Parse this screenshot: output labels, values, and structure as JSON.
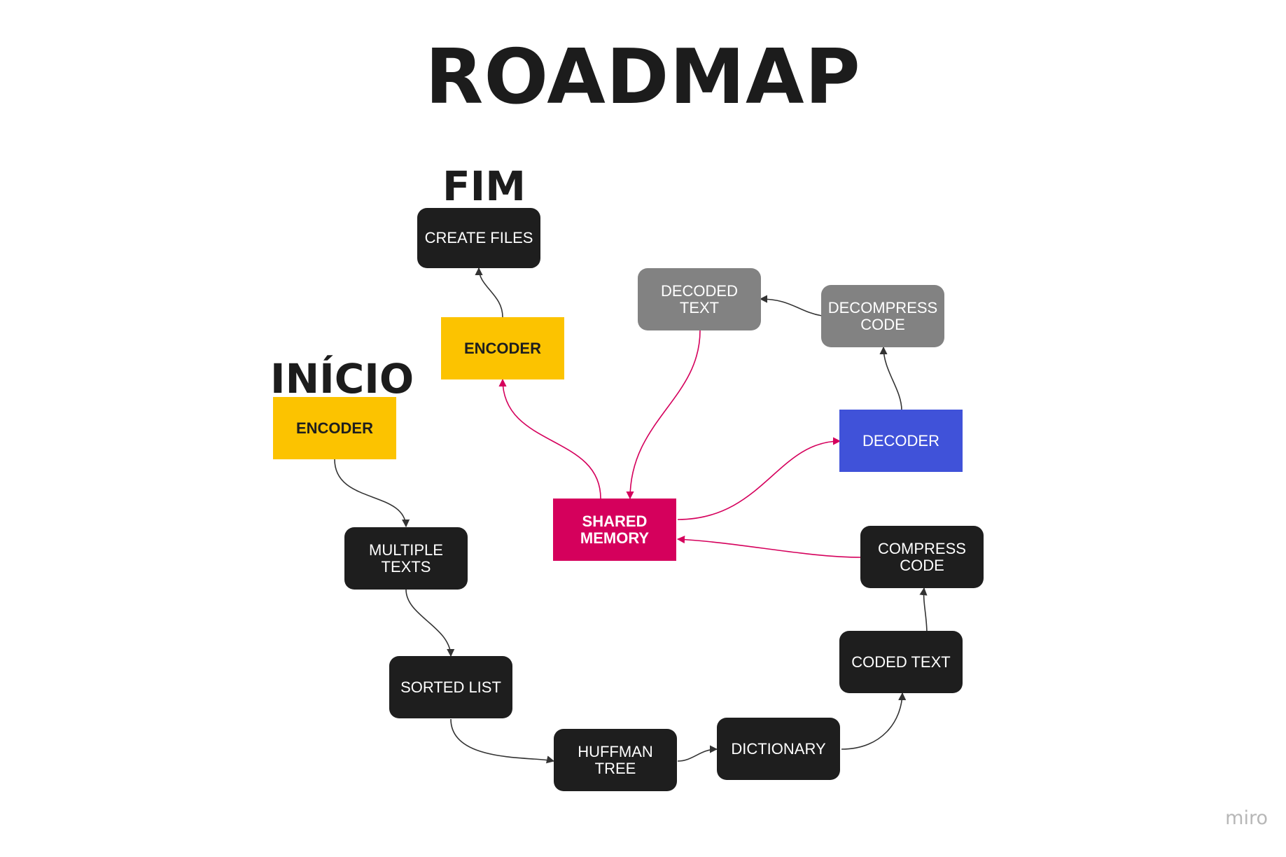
{
  "title": "ROADMAP",
  "labels": {
    "start": "INÍCIO",
    "end": "FIM"
  },
  "nodes": {
    "create_files": "CREATE FILES",
    "encoder_end": "ENCODER",
    "encoder_start": "ENCODER",
    "multiple_texts": "MULTIPLE\nTEXTS",
    "sorted_list": "SORTED LIST",
    "huffman_tree": "HUFFMAN TREE",
    "dictionary": "DICTIONARY",
    "coded_text": "CODED TEXT",
    "compress_code": "COMPRESS\nCODE",
    "shared_memory": "SHARED\nMEMORY",
    "decoder": "DECODER",
    "decompress_code": "DECOMPRESS\nCODE",
    "decoded_text": "DECODED TEXT"
  },
  "colors": {
    "dark": "#1e1e1e",
    "gray": "#828282",
    "yellow": "#fcc300",
    "pink": "#d5005c",
    "blue": "#4052d9",
    "arrow_dark": "#333333",
    "arrow_pink": "#d5005c"
  },
  "watermark": "miro"
}
